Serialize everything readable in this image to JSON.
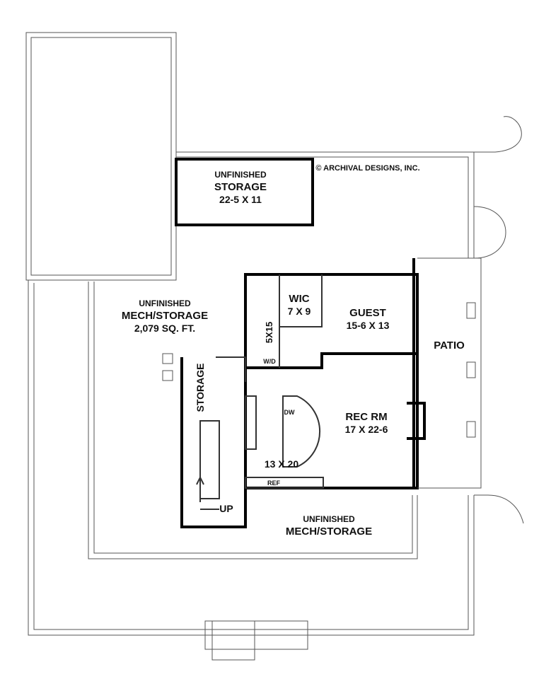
{
  "copyright": "© ARCHIVAL DESIGNS, INC.",
  "rooms": {
    "storage_top": {
      "line1": "UNFINISHED",
      "line2": "STORAGE",
      "line3": "22-5 X 11"
    },
    "mech_storage": {
      "line1": "UNFINISHED",
      "line2": "MECH/STORAGE",
      "line3": "2,079 SQ. FT."
    },
    "wic": {
      "line1": "WIC",
      "line2": "7 X 9"
    },
    "guest": {
      "line1": "GUEST",
      "line2": "15-6 X 13"
    },
    "bath": {
      "label": "5X15"
    },
    "wd": {
      "label": "W/D"
    },
    "patio": {
      "label": "PATIO"
    },
    "stair_storage": {
      "label": "STORAGE"
    },
    "dw": {
      "label": "DW"
    },
    "rec_rm": {
      "line1": "REC RM",
      "line2": "17 X 22-6"
    },
    "kitchen": {
      "label": "13 X 20"
    },
    "ref": {
      "label": "REF"
    },
    "up": {
      "label": "UP"
    },
    "mech_bottom": {
      "line1": "UNFINISHED",
      "line2": "MECH/STORAGE"
    }
  }
}
